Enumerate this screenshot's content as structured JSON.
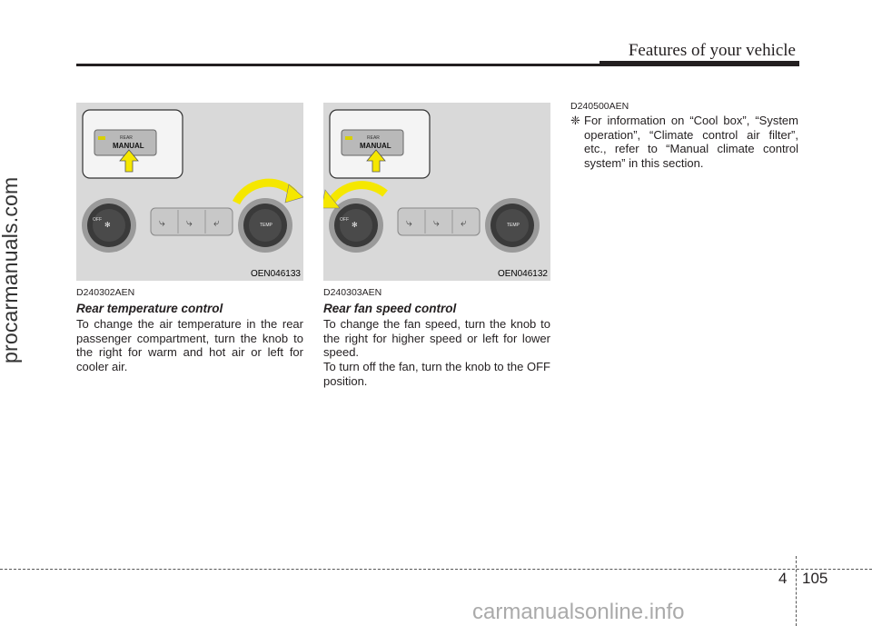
{
  "header": {
    "title": "Features of your vehicle"
  },
  "watermark_side": "procarmanuals.com",
  "watermark_bottom": "carmanualsonline.info",
  "figures": [
    {
      "label": "OEN046133",
      "button_top": "REAR",
      "button_main": "MANUAL",
      "knob_left": "OFF",
      "knob_right": "TEMP",
      "arrow_highlight": "right"
    },
    {
      "label": "OEN046132",
      "button_top": "REAR",
      "button_main": "MANUAL",
      "knob_left": "OFF",
      "knob_right": "TEMP",
      "arrow_highlight": "left"
    }
  ],
  "sections": [
    {
      "code": "D240302AEN",
      "heading": "Rear temperature control",
      "paragraphs": [
        "To change the air temperature in the rear passenger compartment, turn the knob to the right for warm and hot air or left for cooler air."
      ]
    },
    {
      "code": "D240303AEN",
      "heading": "Rear fan speed control",
      "paragraphs": [
        "To change the fan speed, turn the knob to the right for higher speed or left for lower speed.",
        "To turn off the fan, turn the knob to the OFF position."
      ]
    },
    {
      "code": "D240500AEN",
      "symbol": "❈",
      "note": "For information on “Cool box”, “System operation”, “Climate control air filter”, etc., refer to “Manual climate control system” in this section."
    }
  ],
  "footer": {
    "section": "4",
    "page": "105"
  },
  "colors": {
    "arrow": "#f5e700",
    "figure_bg": "#d9d9d9",
    "knob": "#3a3a3a"
  }
}
